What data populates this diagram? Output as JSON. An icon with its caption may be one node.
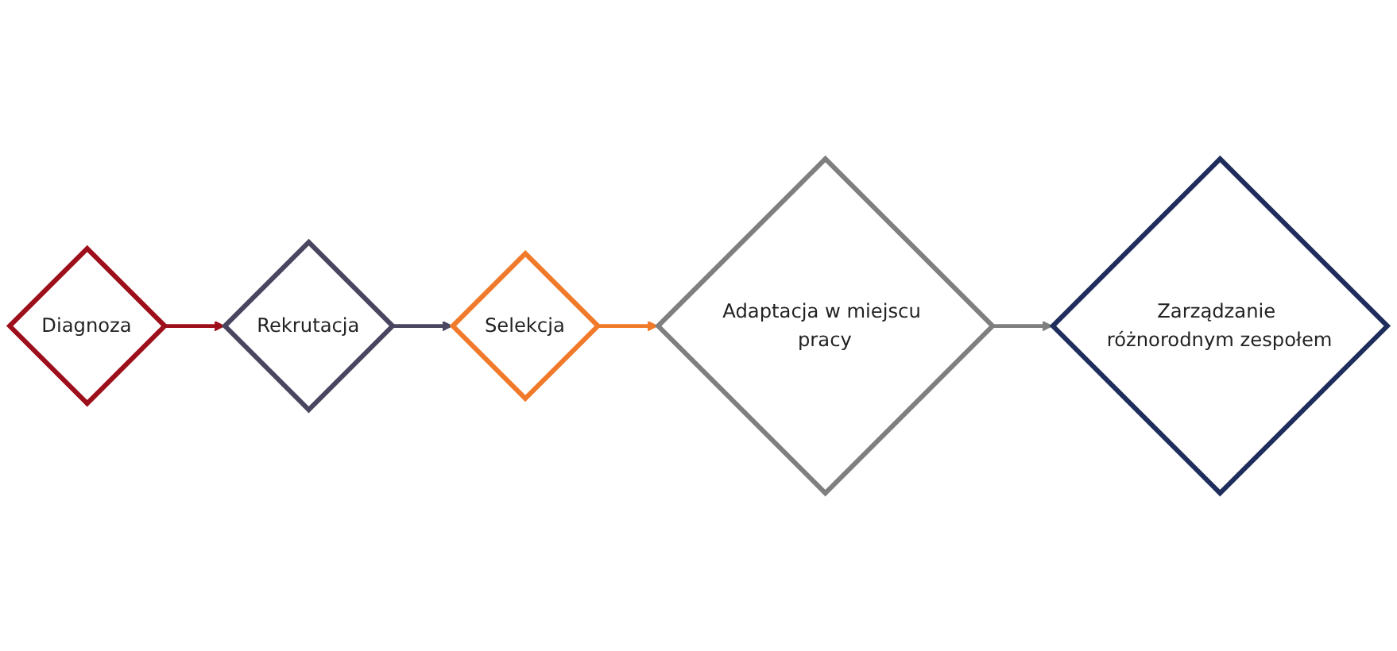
{
  "diagram": {
    "nodes": [
      {
        "text": [
          "Diagnoza"
        ]
      },
      {
        "text": [
          "Rekrutacja"
        ]
      },
      {
        "text": [
          "Selekcja"
        ]
      },
      {
        "text": [
          "Adaptacja w miejscu pracy"
        ]
      },
      {
        "text": [
          "Zarządzanie różnorodnym zespołem"
        ]
      }
    ],
    "edges": [
      {
        "from": 0,
        "to": 1,
        "arrow": "to",
        "color": "#9e0f1c"
      },
      {
        "from": 1,
        "to": 2,
        "arrow": "to",
        "color": "#4a4660"
      },
      {
        "from": 2,
        "to": 3,
        "arrow": "to",
        "color": "#f07a2a"
      },
      {
        "from": 3,
        "to": 4,
        "arrow": "to",
        "color": "#7f7f7f"
      }
    ]
  }
}
